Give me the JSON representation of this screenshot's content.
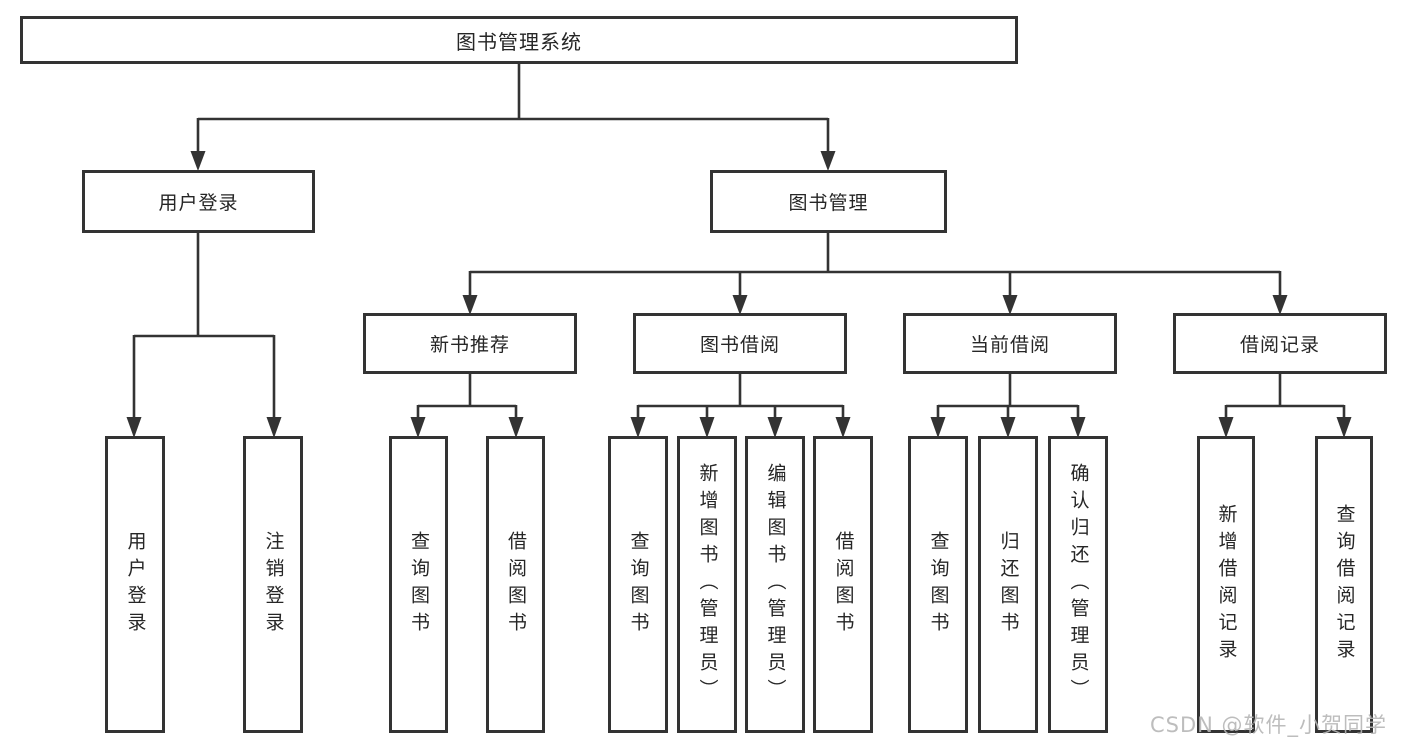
{
  "diagram_title": "图书管理系统",
  "tree": {
    "label": "图书管理系统",
    "children": [
      {
        "label": "用户登录",
        "children": [
          {
            "label": "用户登录"
          },
          {
            "label": "注销登录"
          }
        ]
      },
      {
        "label": "图书管理",
        "children": [
          {
            "label": "新书推荐",
            "children": [
              {
                "label": "查询图书"
              },
              {
                "label": "借阅图书"
              }
            ]
          },
          {
            "label": "图书借阅",
            "children": [
              {
                "label": "查询图书"
              },
              {
                "label": "新增图书（管理员）"
              },
              {
                "label": "编辑图书（管理员）"
              },
              {
                "label": "借阅图书"
              }
            ]
          },
          {
            "label": "当前借阅",
            "children": [
              {
                "label": "查询图书"
              },
              {
                "label": "归还图书"
              },
              {
                "label": "确认归还（管理员）"
              }
            ]
          },
          {
            "label": "借阅记录",
            "children": [
              {
                "label": "新增借阅记录"
              },
              {
                "label": "查询借阅记录"
              }
            ]
          }
        ]
      }
    ]
  },
  "watermark": "CSDN @软件_小贺同学",
  "colors": {
    "line": "#333333",
    "text": "#262626",
    "background": "#ffffff",
    "watermark": "#b6b6b6"
  }
}
